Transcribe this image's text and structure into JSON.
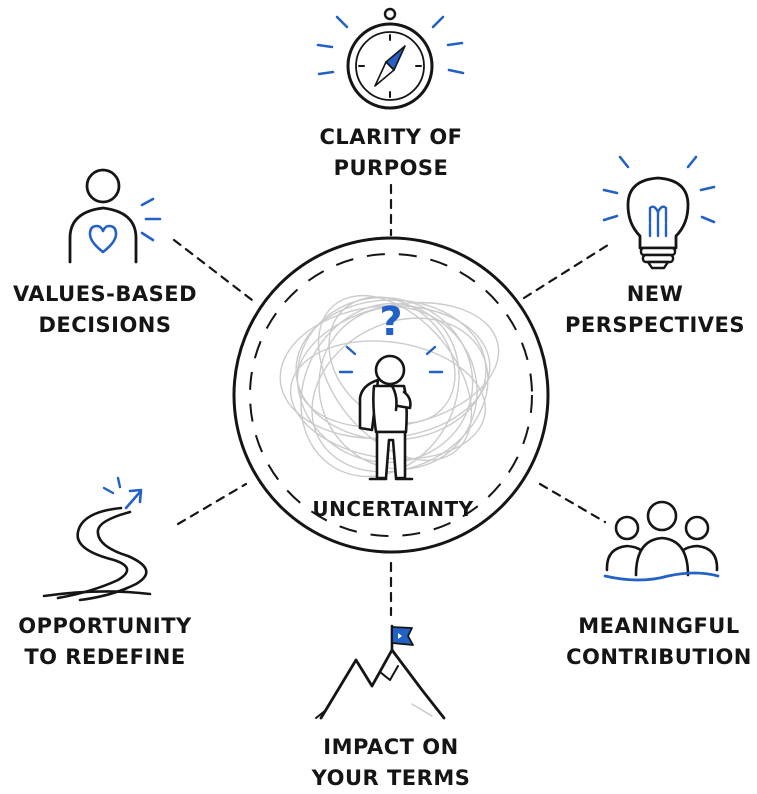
{
  "center": {
    "label": "UNCERTAINTY",
    "icon": "person-question-icon",
    "symbol": "?"
  },
  "nodes": {
    "clarity": {
      "line1": "CLARITY OF",
      "line2": "PURPOSE",
      "icon": "compass-icon"
    },
    "new_perspectives": {
      "line1": "NEW",
      "line2": "PERSPECTIVES",
      "icon": "lightbulb-icon"
    },
    "meaningful": {
      "line1": "MEANINGFUL",
      "line2": "CONTRIBUTION",
      "icon": "people-group-icon"
    },
    "impact": {
      "line1": "IMPACT ON",
      "line2": "YOUR TERMS",
      "icon": "mountain-flag-icon"
    },
    "opportunity": {
      "line1": "OPPORTUNITY",
      "line2": "TO REDEFINE",
      "icon": "winding-road-icon"
    },
    "values": {
      "line1": "VALUES-BASED",
      "line2": "DECISIONS",
      "icon": "person-heart-icon"
    }
  },
  "colors": {
    "ink": "#151515",
    "accent": "#2461c7",
    "scribble": "#c9c9c9"
  }
}
